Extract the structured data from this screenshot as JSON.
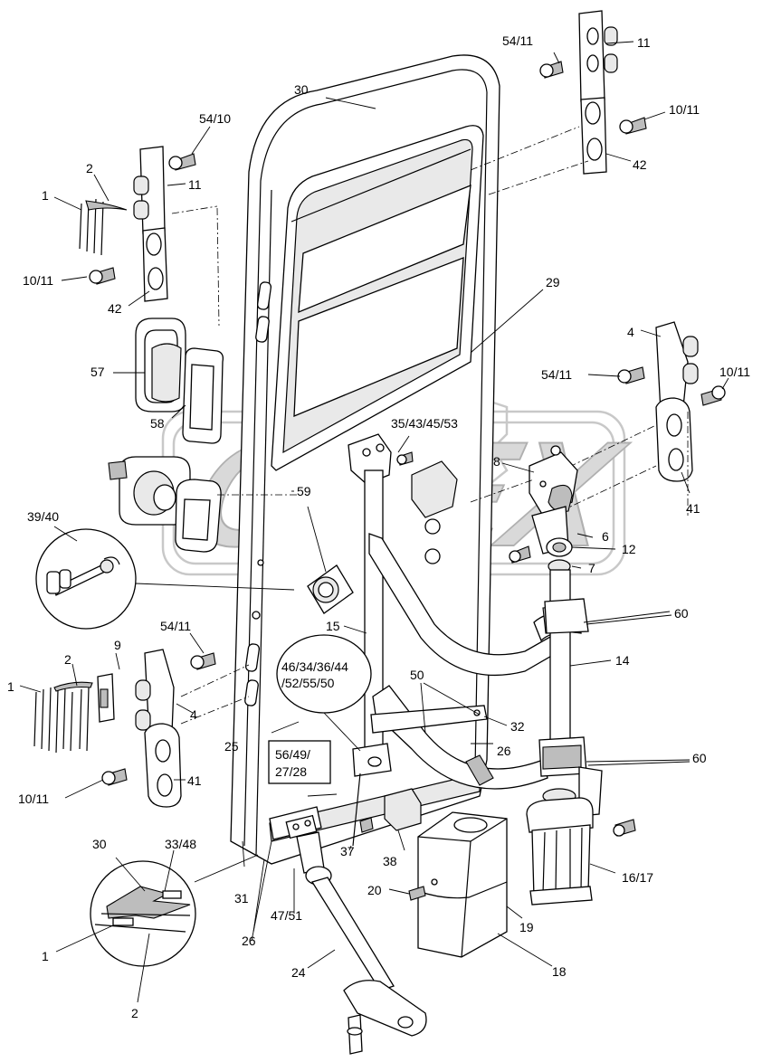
{
  "watermark": {
    "text": "OPEX"
  },
  "callouts": [
    {
      "id": "c-30-top",
      "text": "30"
    },
    {
      "id": "c-54-11-top",
      "text": "54/11"
    },
    {
      "id": "c-11-top",
      "text": "11"
    },
    {
      "id": "c-10-11-top",
      "text": "10/11"
    },
    {
      "id": "c-42-right",
      "text": "42"
    },
    {
      "id": "c-54-10",
      "text": "54/10"
    },
    {
      "id": "c-2-top",
      "text": "2"
    },
    {
      "id": "c-11-left",
      "text": "11"
    },
    {
      "id": "c-1-top",
      "text": "1"
    },
    {
      "id": "c-10-11-left",
      "text": "10/11"
    },
    {
      "id": "c-42-left",
      "text": "42"
    },
    {
      "id": "c-29",
      "text": "29"
    },
    {
      "id": "c-57",
      "text": "57"
    },
    {
      "id": "c-58",
      "text": "58"
    },
    {
      "id": "c-4-right",
      "text": "4"
    },
    {
      "id": "c-54-11-right",
      "text": "54/11"
    },
    {
      "id": "c-10-11-right",
      "text": "10/11"
    },
    {
      "id": "c-35-43-45-53",
      "text": "35/43/45/53"
    },
    {
      "id": "c-8",
      "text": "8"
    },
    {
      "id": "c-41-right",
      "text": "41"
    },
    {
      "id": "c-59",
      "text": "59"
    },
    {
      "id": "c-39-40",
      "text": "39/40"
    },
    {
      "id": "c-6",
      "text": "6"
    },
    {
      "id": "c-12",
      "text": "12"
    },
    {
      "id": "c-7",
      "text": "7"
    },
    {
      "id": "c-60-top",
      "text": "60"
    },
    {
      "id": "c-15",
      "text": "15"
    },
    {
      "id": "c-54-11-left",
      "text": "54/11"
    },
    {
      "id": "c-9",
      "text": "9"
    },
    {
      "id": "c-14",
      "text": "14"
    },
    {
      "id": "c-2-mid",
      "text": "2"
    },
    {
      "id": "c-1-mid",
      "text": "1"
    },
    {
      "id": "c-46-a",
      "text": "46/34/36/44"
    },
    {
      "id": "c-46-b",
      "text": "/52/55/50"
    },
    {
      "id": "c-50",
      "text": "50"
    },
    {
      "id": "c-4-left",
      "text": "4"
    },
    {
      "id": "c-32",
      "text": "32"
    },
    {
      "id": "c-25",
      "text": "25"
    },
    {
      "id": "c-26-right",
      "text": "26"
    },
    {
      "id": "c-56-a",
      "text": "56/49/"
    },
    {
      "id": "c-56-b",
      "text": "27/28"
    },
    {
      "id": "c-60-bottom",
      "text": "60"
    },
    {
      "id": "c-41-left",
      "text": "41"
    },
    {
      "id": "c-10-11-bottom",
      "text": "10/11"
    },
    {
      "id": "c-30-detail",
      "text": "30"
    },
    {
      "id": "c-33-48",
      "text": "33/48"
    },
    {
      "id": "c-37",
      "text": "37"
    },
    {
      "id": "c-38",
      "text": "38"
    },
    {
      "id": "c-16-17",
      "text": "16/17"
    },
    {
      "id": "c-31",
      "text": "31"
    },
    {
      "id": "c-26-bottom",
      "text": "26"
    },
    {
      "id": "c-47-51",
      "text": "47/51"
    },
    {
      "id": "c-20",
      "text": "20"
    },
    {
      "id": "c-19",
      "text": "19"
    },
    {
      "id": "c-1-bottom",
      "text": "1"
    },
    {
      "id": "c-18",
      "text": "18"
    },
    {
      "id": "c-24",
      "text": "24"
    },
    {
      "id": "c-2-bottom",
      "text": "2"
    }
  ]
}
